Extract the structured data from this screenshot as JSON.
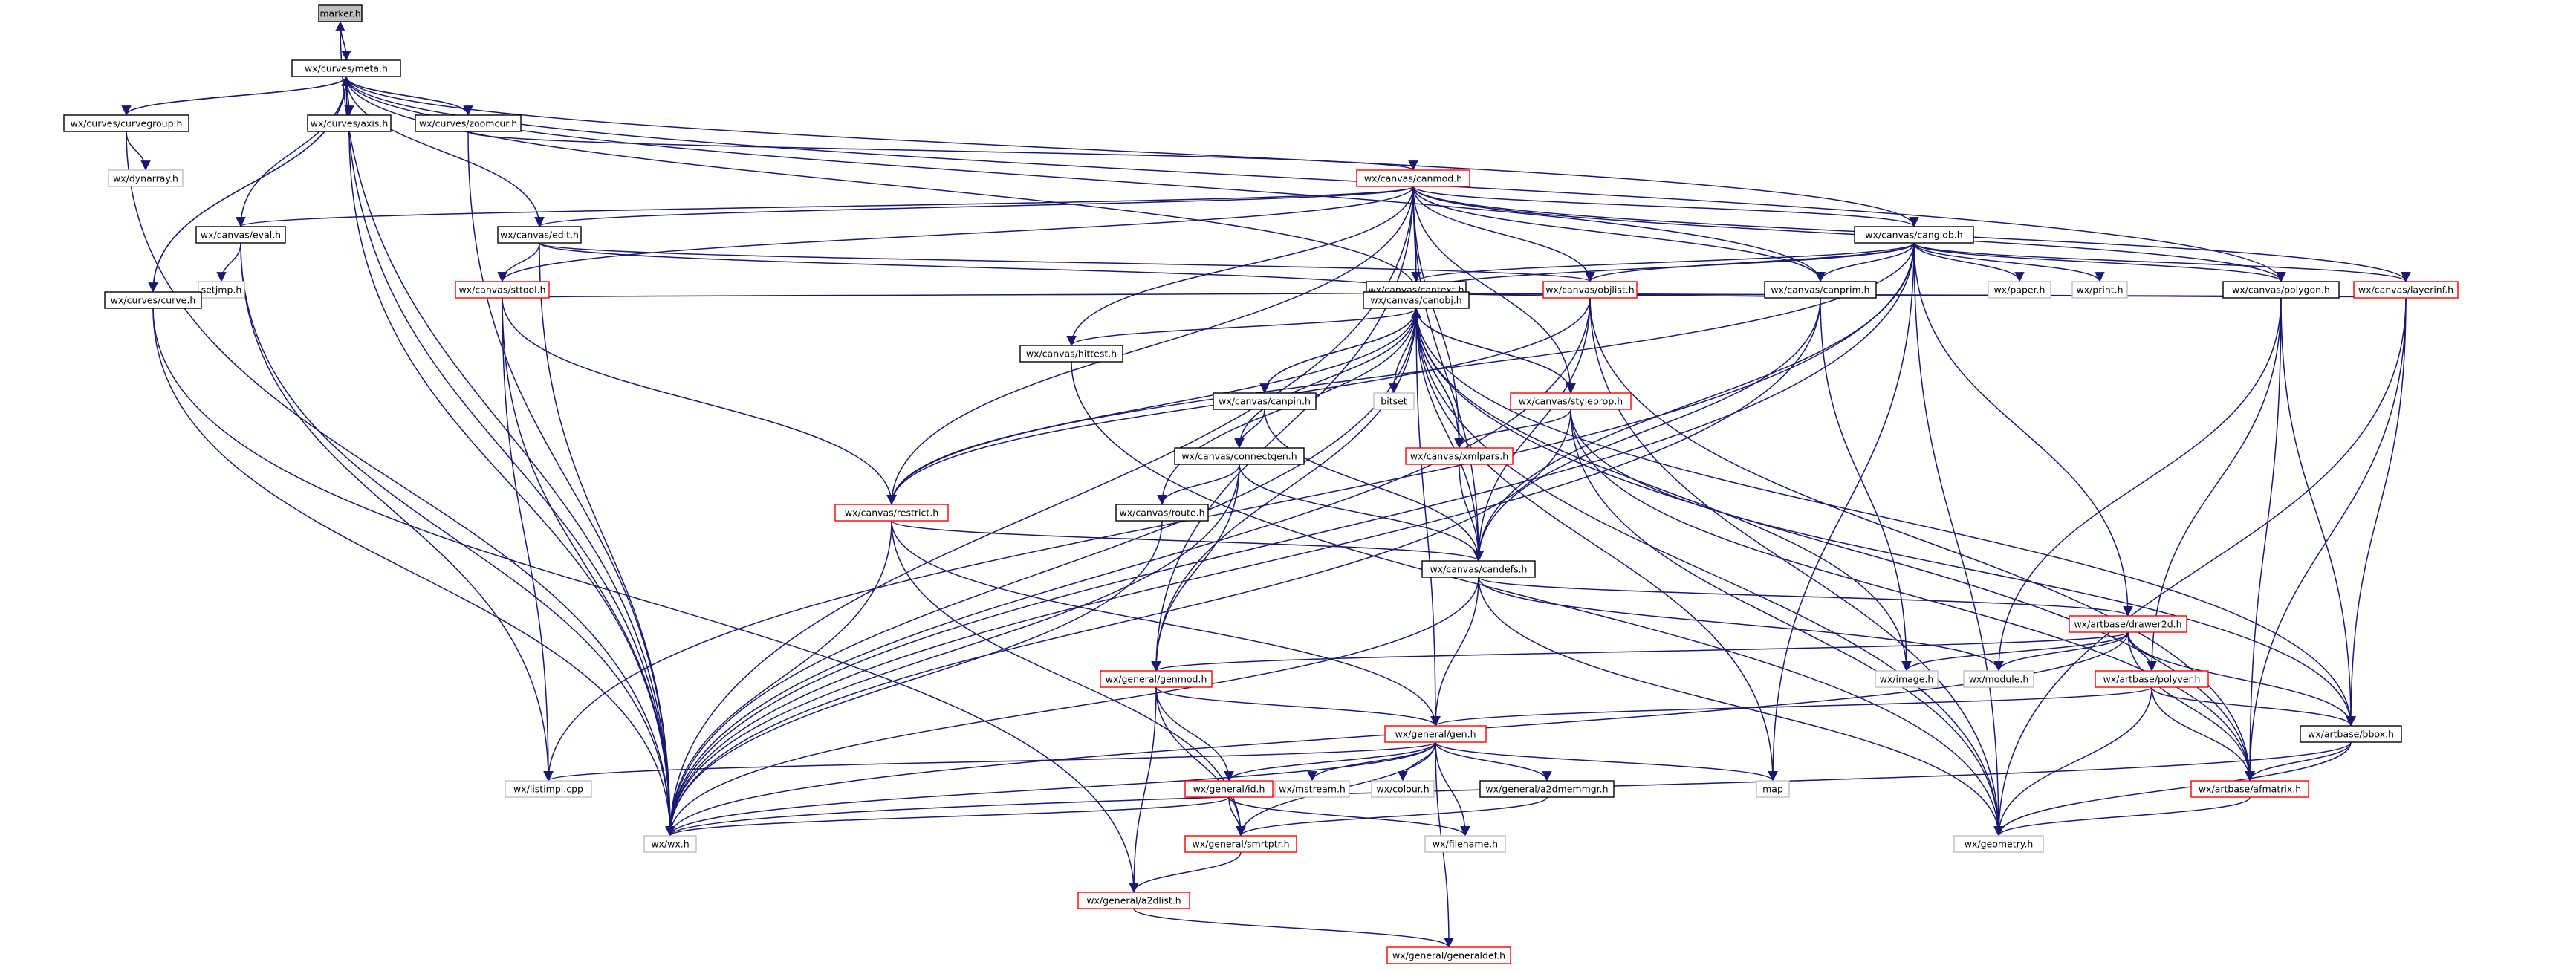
{
  "colors": {
    "edge": "#191970",
    "border_default": "#000000",
    "border_incomplete": "#ff0000",
    "border_external": "#bfbfbf",
    "fill_root": "#bfbfbf",
    "fill_default": "#ffffff"
  },
  "nodes": [
    {
      "id": "marker",
      "label": "marker.h",
      "kind": "root"
    },
    {
      "id": "meta",
      "label": "wx/curves/meta.h",
      "kind": "normal"
    },
    {
      "id": "curvegroup",
      "label": "wx/curves/curvegroup.h",
      "kind": "normal"
    },
    {
      "id": "axis",
      "label": "wx/curves/axis.h",
      "kind": "normal"
    },
    {
      "id": "zoomcur",
      "label": "wx/curves/zoomcur.h",
      "kind": "normal"
    },
    {
      "id": "dynarray",
      "label": "wx/dynarray.h",
      "kind": "external"
    },
    {
      "id": "canmod",
      "label": "wx/canvas/canmod.h",
      "kind": "incomplete"
    },
    {
      "id": "eval",
      "label": "wx/canvas/eval.h",
      "kind": "normal"
    },
    {
      "id": "edit",
      "label": "wx/canvas/edit.h",
      "kind": "normal"
    },
    {
      "id": "canglob",
      "label": "wx/canvas/canglob.h",
      "kind": "normal"
    },
    {
      "id": "setjmp",
      "label": "setjmp.h",
      "kind": "external"
    },
    {
      "id": "sttool",
      "label": "wx/canvas/sttool.h",
      "kind": "incomplete"
    },
    {
      "id": "cantext",
      "label": "wx/canvas/cantext.h",
      "kind": "normal"
    },
    {
      "id": "objlist",
      "label": "wx/canvas/objlist.h",
      "kind": "incomplete"
    },
    {
      "id": "canprim",
      "label": "wx/canvas/canprim.h",
      "kind": "normal"
    },
    {
      "id": "paper",
      "label": "wx/paper.h",
      "kind": "external"
    },
    {
      "id": "print",
      "label": "wx/print.h",
      "kind": "external"
    },
    {
      "id": "polygon",
      "label": "wx/canvas/polygon.h",
      "kind": "normal"
    },
    {
      "id": "layerinf",
      "label": "wx/canvas/layerinf.h",
      "kind": "incomplete"
    },
    {
      "id": "curve",
      "label": "wx/curves/curve.h",
      "kind": "normal"
    },
    {
      "id": "canobj",
      "label": "wx/canvas/canobj.h",
      "kind": "normal"
    },
    {
      "id": "hittest",
      "label": "wx/canvas/hittest.h",
      "kind": "normal"
    },
    {
      "id": "canpin",
      "label": "wx/canvas/canpin.h",
      "kind": "normal"
    },
    {
      "id": "bitset",
      "label": "bitset",
      "kind": "external"
    },
    {
      "id": "styleprop",
      "label": "wx/canvas/styleprop.h",
      "kind": "incomplete"
    },
    {
      "id": "connectgen",
      "label": "wx/canvas/connectgen.h",
      "kind": "normal"
    },
    {
      "id": "xmlpars",
      "label": "wx/canvas/xmlpars.h",
      "kind": "incomplete"
    },
    {
      "id": "restrict",
      "label": "wx/canvas/restrict.h",
      "kind": "incomplete"
    },
    {
      "id": "route",
      "label": "wx/canvas/route.h",
      "kind": "normal"
    },
    {
      "id": "candefs",
      "label": "wx/canvas/candefs.h",
      "kind": "normal"
    },
    {
      "id": "drawer2d",
      "label": "wx/artbase/drawer2d.h",
      "kind": "incomplete"
    },
    {
      "id": "genmod",
      "label": "wx/general/genmod.h",
      "kind": "incomplete"
    },
    {
      "id": "image",
      "label": "wx/image.h",
      "kind": "external"
    },
    {
      "id": "module",
      "label": "wx/module.h",
      "kind": "external"
    },
    {
      "id": "polyver",
      "label": "wx/artbase/polyver.h",
      "kind": "incomplete"
    },
    {
      "id": "gen",
      "label": "wx/general/gen.h",
      "kind": "incomplete"
    },
    {
      "id": "bbox",
      "label": "wx/artbase/bbox.h",
      "kind": "normal"
    },
    {
      "id": "listimpl",
      "label": "wx/listimpl.cpp",
      "kind": "external"
    },
    {
      "id": "mstream",
      "label": "wx/mstream.h",
      "kind": "external"
    },
    {
      "id": "colour",
      "label": "wx/colour.h",
      "kind": "external"
    },
    {
      "id": "a2dmemmgr",
      "label": "wx/general/a2dmemmgr.h",
      "kind": "normal"
    },
    {
      "id": "map",
      "label": "map",
      "kind": "external"
    },
    {
      "id": "id",
      "label": "wx/general/id.h",
      "kind": "incomplete"
    },
    {
      "id": "afmatrix",
      "label": "wx/artbase/afmatrix.h",
      "kind": "incomplete"
    },
    {
      "id": "wx",
      "label": "wx/wx.h",
      "kind": "external"
    },
    {
      "id": "smrtptr",
      "label": "wx/general/smrtptr.h",
      "kind": "incomplete"
    },
    {
      "id": "filename",
      "label": "wx/filename.h",
      "kind": "external"
    },
    {
      "id": "geometry",
      "label": "wx/geometry.h",
      "kind": "external"
    },
    {
      "id": "a2dlist",
      "label": "wx/general/a2dlist.h",
      "kind": "incomplete"
    },
    {
      "id": "generaldef",
      "label": "wx/general/generaldef.h",
      "kind": "incomplete"
    }
  ],
  "edges": [
    [
      "marker",
      "meta"
    ],
    [
      "marker",
      "wx"
    ],
    [
      "meta",
      "marker"
    ],
    [
      "meta",
      "curvegroup"
    ],
    [
      "meta",
      "axis"
    ],
    [
      "meta",
      "zoomcur"
    ],
    [
      "meta",
      "eval"
    ],
    [
      "meta",
      "edit"
    ],
    [
      "meta",
      "canglob"
    ],
    [
      "meta",
      "polygon"
    ],
    [
      "meta",
      "canprim"
    ],
    [
      "meta",
      "canobj"
    ],
    [
      "meta",
      "curve"
    ],
    [
      "meta",
      "wx"
    ],
    [
      "curvegroup",
      "meta"
    ],
    [
      "curvegroup",
      "dynarray"
    ],
    [
      "curvegroup",
      "wx"
    ],
    [
      "axis",
      "meta"
    ],
    [
      "axis",
      "wx"
    ],
    [
      "zoomcur",
      "meta"
    ],
    [
      "zoomcur",
      "wx"
    ],
    [
      "zoomcur",
      "canmod"
    ],
    [
      "curve",
      "meta"
    ],
    [
      "curve",
      "wx"
    ],
    [
      "curve",
      "a2dlist"
    ],
    [
      "canmod",
      "eval"
    ],
    [
      "canmod",
      "edit"
    ],
    [
      "canmod",
      "sttool"
    ],
    [
      "canmod",
      "canglob"
    ],
    [
      "canmod",
      "cantext"
    ],
    [
      "canmod",
      "objlist"
    ],
    [
      "canmod",
      "canprim"
    ],
    [
      "canmod",
      "polygon"
    ],
    [
      "canmod",
      "layerinf"
    ],
    [
      "canmod",
      "canobj"
    ],
    [
      "canmod",
      "hittest"
    ],
    [
      "canmod",
      "styleprop"
    ],
    [
      "canmod",
      "xmlpars"
    ],
    [
      "canmod",
      "restrict"
    ],
    [
      "canmod",
      "candefs"
    ],
    [
      "canmod",
      "genmod"
    ],
    [
      "canmod",
      "wx"
    ],
    [
      "eval",
      "setjmp"
    ],
    [
      "eval",
      "wx"
    ],
    [
      "eval",
      "listimpl"
    ],
    [
      "edit",
      "sttool"
    ],
    [
      "edit",
      "objlist"
    ],
    [
      "edit",
      "canobj"
    ],
    [
      "edit",
      "wx"
    ],
    [
      "sttool",
      "canobj"
    ],
    [
      "sttool",
      "restrict"
    ],
    [
      "sttool",
      "wx"
    ],
    [
      "sttool",
      "listimpl"
    ],
    [
      "canglob",
      "cantext"
    ],
    [
      "canglob",
      "objlist"
    ],
    [
      "canglob",
      "canprim"
    ],
    [
      "canglob",
      "paper"
    ],
    [
      "canglob",
      "print"
    ],
    [
      "canglob",
      "polygon"
    ],
    [
      "canglob",
      "layerinf"
    ],
    [
      "canglob",
      "canobj"
    ],
    [
      "canglob",
      "candefs"
    ],
    [
      "canglob",
      "drawer2d"
    ],
    [
      "canglob",
      "restrict"
    ],
    [
      "canglob",
      "wx"
    ],
    [
      "canglob",
      "map"
    ],
    [
      "canglob",
      "geometry"
    ],
    [
      "canglob",
      "listimpl"
    ],
    [
      "cantext",
      "canobj"
    ],
    [
      "objlist",
      "canobj"
    ],
    [
      "objlist",
      "candefs"
    ],
    [
      "objlist",
      "restrict"
    ],
    [
      "objlist",
      "wx"
    ],
    [
      "objlist",
      "afmatrix"
    ],
    [
      "objlist",
      "geometry"
    ],
    [
      "canprim",
      "canobj"
    ],
    [
      "canprim",
      "candefs"
    ],
    [
      "canprim",
      "wx"
    ],
    [
      "canprim",
      "image"
    ],
    [
      "polygon",
      "canobj"
    ],
    [
      "polygon",
      "polyver"
    ],
    [
      "polygon",
      "bbox"
    ],
    [
      "polygon",
      "afmatrix"
    ],
    [
      "polygon",
      "module"
    ],
    [
      "layerinf",
      "canobj"
    ],
    [
      "layerinf",
      "bbox"
    ],
    [
      "layerinf",
      "afmatrix"
    ],
    [
      "layerinf",
      "geometry"
    ],
    [
      "canobj",
      "hittest"
    ],
    [
      "canobj",
      "canpin"
    ],
    [
      "canobj",
      "bitset"
    ],
    [
      "canobj",
      "styleprop"
    ],
    [
      "canobj",
      "connectgen"
    ],
    [
      "canobj",
      "xmlpars"
    ],
    [
      "canobj",
      "restrict"
    ],
    [
      "canobj",
      "route"
    ],
    [
      "canobj",
      "candefs"
    ],
    [
      "canobj",
      "genmod"
    ],
    [
      "canobj",
      "gen"
    ],
    [
      "canobj",
      "wx"
    ],
    [
      "canobj",
      "image"
    ],
    [
      "canobj",
      "map"
    ],
    [
      "canobj",
      "bbox"
    ],
    [
      "canobj",
      "afmatrix"
    ],
    [
      "canobj",
      "geometry"
    ],
    [
      "hittest",
      "geometry"
    ],
    [
      "canpin",
      "canobj"
    ],
    [
      "canpin",
      "connectgen"
    ],
    [
      "canpin",
      "candefs"
    ],
    [
      "styleprop",
      "canobj"
    ],
    [
      "styleprop",
      "xmlpars"
    ],
    [
      "styleprop",
      "wx"
    ],
    [
      "styleprop",
      "bbox"
    ],
    [
      "styleprop",
      "afmatrix"
    ],
    [
      "styleprop",
      "geometry"
    ],
    [
      "xmlpars",
      "canobj"
    ],
    [
      "xmlpars",
      "candefs"
    ],
    [
      "connectgen",
      "route"
    ],
    [
      "connectgen",
      "candefs"
    ],
    [
      "connectgen",
      "genmod"
    ],
    [
      "connectgen",
      "wx"
    ],
    [
      "restrict",
      "candefs"
    ],
    [
      "restrict",
      "gen"
    ],
    [
      "restrict",
      "smrtptr"
    ],
    [
      "restrict",
      "wx"
    ],
    [
      "route",
      "wx"
    ],
    [
      "candefs",
      "drawer2d"
    ],
    [
      "candefs",
      "gen"
    ],
    [
      "candefs",
      "wx"
    ],
    [
      "candefs",
      "geometry"
    ],
    [
      "candefs",
      "module"
    ],
    [
      "drawer2d",
      "image"
    ],
    [
      "drawer2d",
      "module"
    ],
    [
      "drawer2d",
      "polyver"
    ],
    [
      "drawer2d",
      "bbox"
    ],
    [
      "drawer2d",
      "afmatrix"
    ],
    [
      "drawer2d",
      "genmod"
    ],
    [
      "drawer2d",
      "wx"
    ],
    [
      "genmod",
      "gen"
    ],
    [
      "genmod",
      "id"
    ],
    [
      "genmod",
      "smrtptr"
    ],
    [
      "genmod",
      "a2dlist"
    ],
    [
      "polyver",
      "gen"
    ],
    [
      "polyver",
      "bbox"
    ],
    [
      "polyver",
      "afmatrix"
    ],
    [
      "polyver",
      "geometry"
    ],
    [
      "gen",
      "listimpl"
    ],
    [
      "gen",
      "mstream"
    ],
    [
      "gen",
      "colour"
    ],
    [
      "gen",
      "a2dmemmgr"
    ],
    [
      "gen",
      "map"
    ],
    [
      "gen",
      "id"
    ],
    [
      "gen",
      "wx"
    ],
    [
      "gen",
      "smrtptr"
    ],
    [
      "gen",
      "filename"
    ],
    [
      "gen",
      "generaldef"
    ],
    [
      "id",
      "wx"
    ],
    [
      "id",
      "smrtptr"
    ],
    [
      "id",
      "filename"
    ],
    [
      "a2dmemmgr",
      "smrtptr"
    ],
    [
      "smrtptr",
      "a2dlist"
    ],
    [
      "bbox",
      "afmatrix"
    ],
    [
      "bbox",
      "geometry"
    ],
    [
      "bbox",
      "wx"
    ],
    [
      "afmatrix",
      "geometry"
    ],
    [
      "a2dlist",
      "generaldef"
    ]
  ]
}
